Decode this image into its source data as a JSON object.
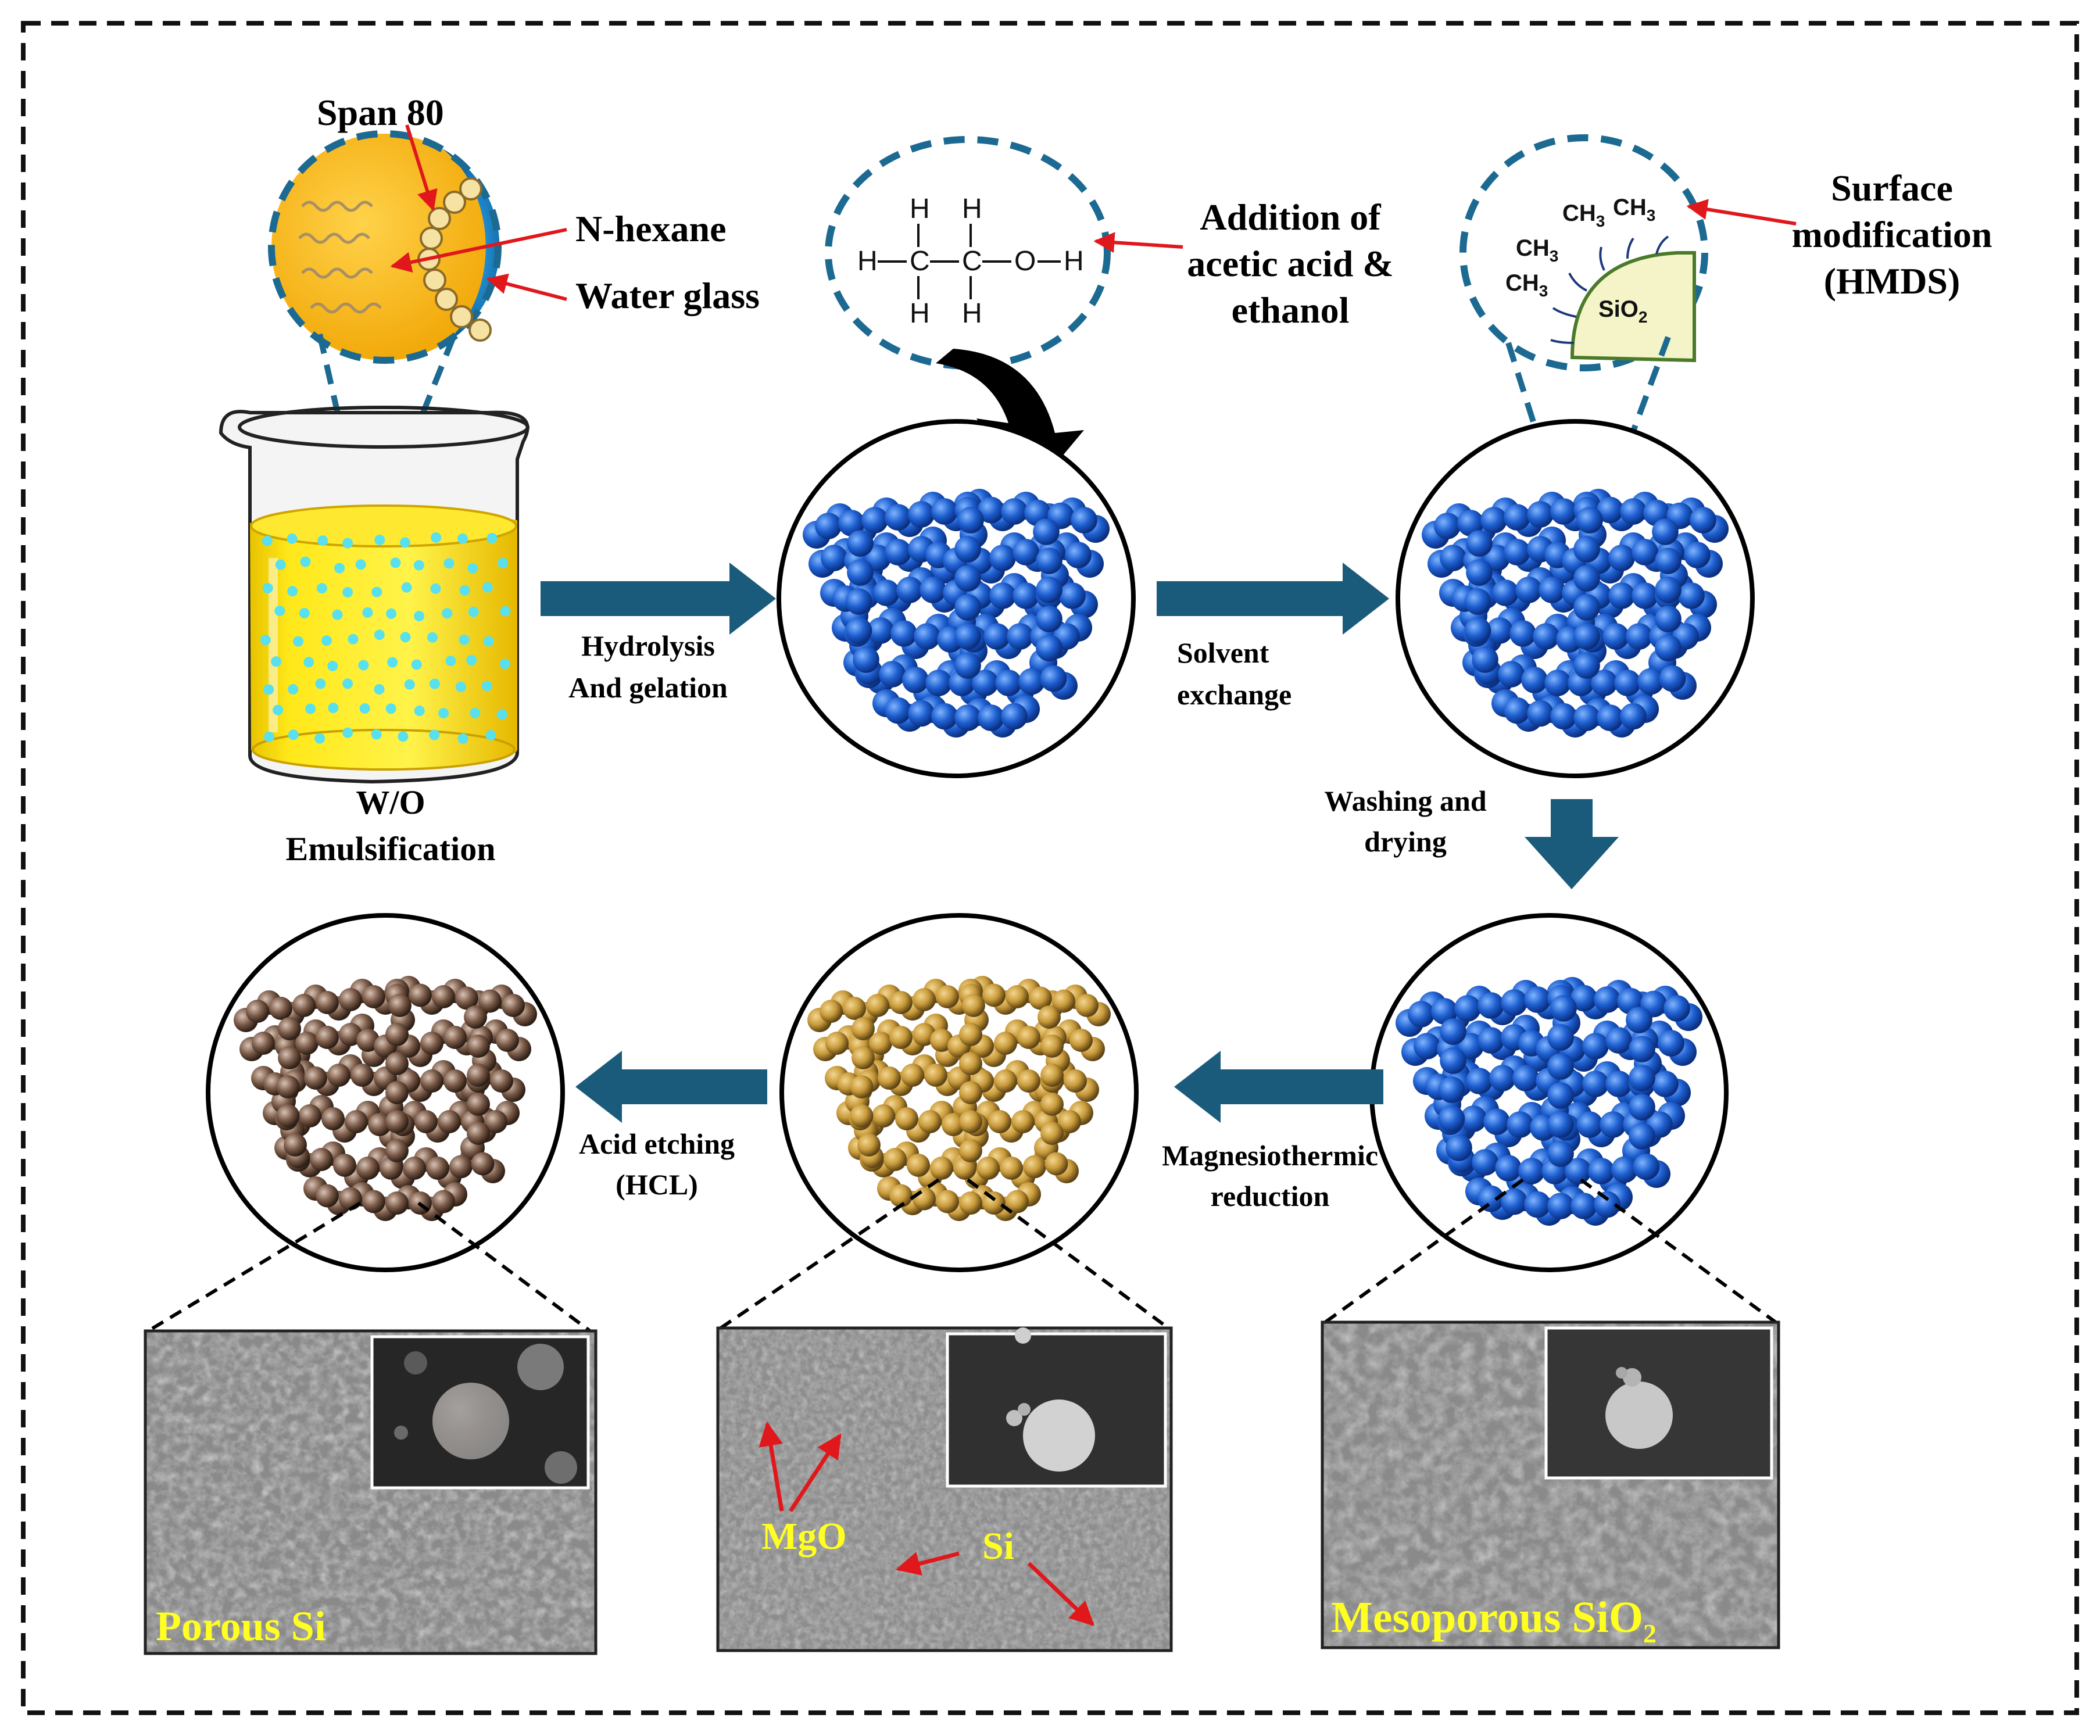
{
  "labels": {
    "span80": "Span 80",
    "nhexane": "N-hexane",
    "waterglass": "Water glass",
    "addition_line1": "Addition of",
    "addition_line2": "acetic acid &",
    "addition_line3": "ethanol",
    "surface_line1": "Surface",
    "surface_line2": "modification",
    "surface_line3": "(HMDS)",
    "wo_line1": "W/O",
    "wo_line2": "Emulsification",
    "hydrolysis_line1": "Hydrolysis",
    "hydrolysis_line2": "And gelation",
    "solvent_line1": "Solvent",
    "solvent_line2": "exchange",
    "washing_line1": "Washing and",
    "washing_line2": "drying",
    "magnesio_line1": "Magnesiothermic",
    "magnesio_line2": "reduction",
    "acid_line1": "Acid etching",
    "acid_line2": "(HCL)",
    "porous_si": "Porous Si",
    "mgo": "MgO",
    "si": "Si",
    "meso_main": "Mesoporous SiO",
    "meso_sub": "2"
  },
  "ethanol": {
    "h": "H",
    "c": "C",
    "o": "O",
    "bond_h": "|",
    "bond_v": "|"
  },
  "surface": {
    "ch3": "CH",
    "sub3": "3",
    "sio2_main": "SiO",
    "sio2_sub": "2"
  },
  "colors": {
    "arrow": "#1a5a7a",
    "red": "#e0181c",
    "dash_blue": "#1c6a92",
    "yellow_text": "#ffff22",
    "network_blue": "#1e5fd0",
    "network_gold": "#c89a3a",
    "network_brown": "#7a5a48"
  }
}
